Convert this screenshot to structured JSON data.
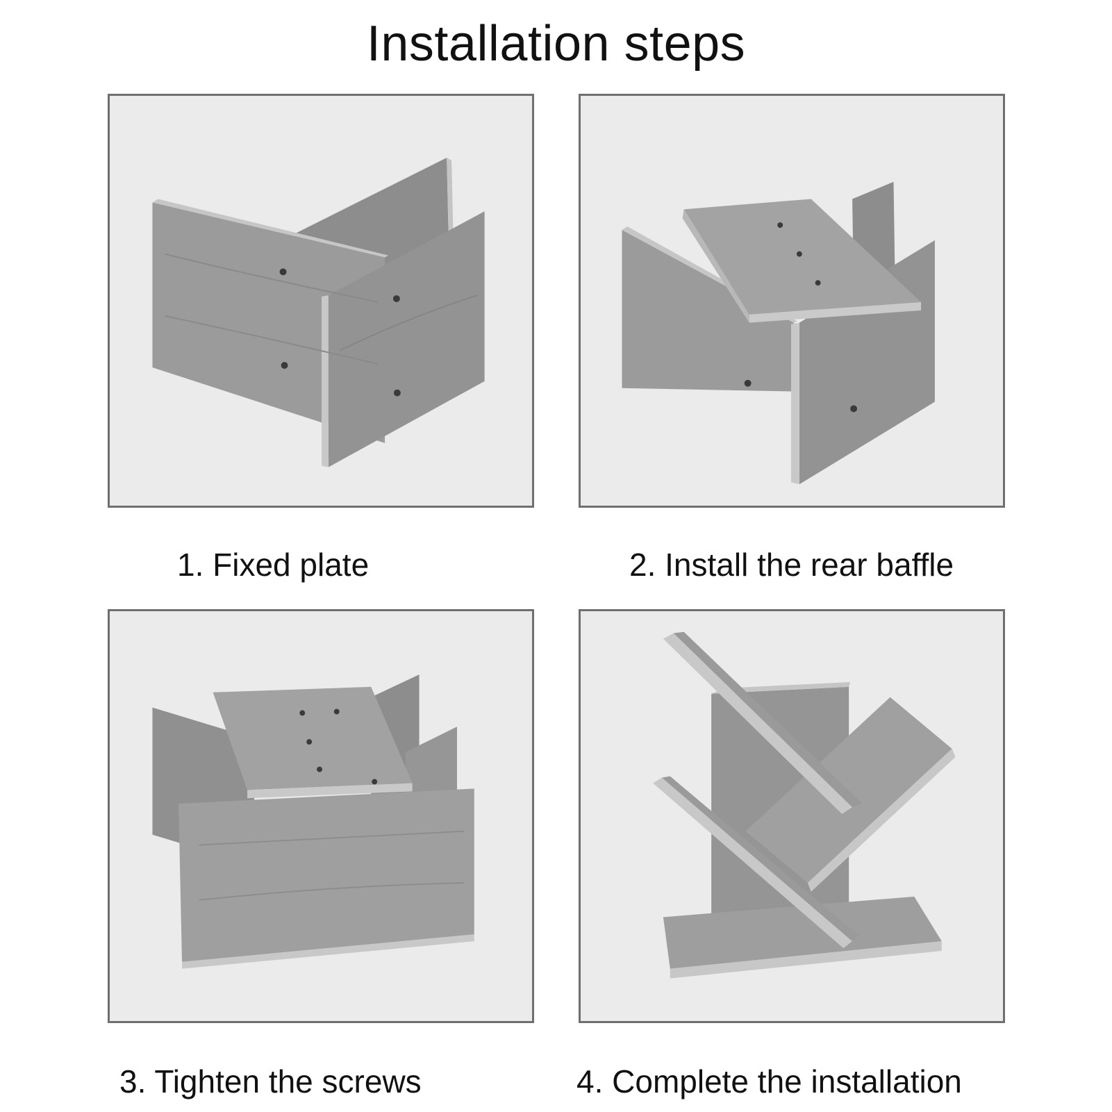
{
  "title": "Installation steps",
  "steps": [
    {
      "caption": "1. Fixed plate",
      "illustration": "two-side-panels-icon"
    },
    {
      "caption": "2. Install the rear baffle",
      "illustration": "rear-baffle-icon"
    },
    {
      "caption": "3. Tighten the screws",
      "illustration": "screws-icon"
    },
    {
      "caption": "4. Complete the installation",
      "illustration": "tree-bookshelf-icon"
    }
  ],
  "colors": {
    "panel_bg": "#ebebeb",
    "border": "#6f6f6f",
    "wood_face": "#9a9a9a",
    "wood_dark": "#7d7d7d",
    "wood_edge": "#c4c4c4"
  }
}
